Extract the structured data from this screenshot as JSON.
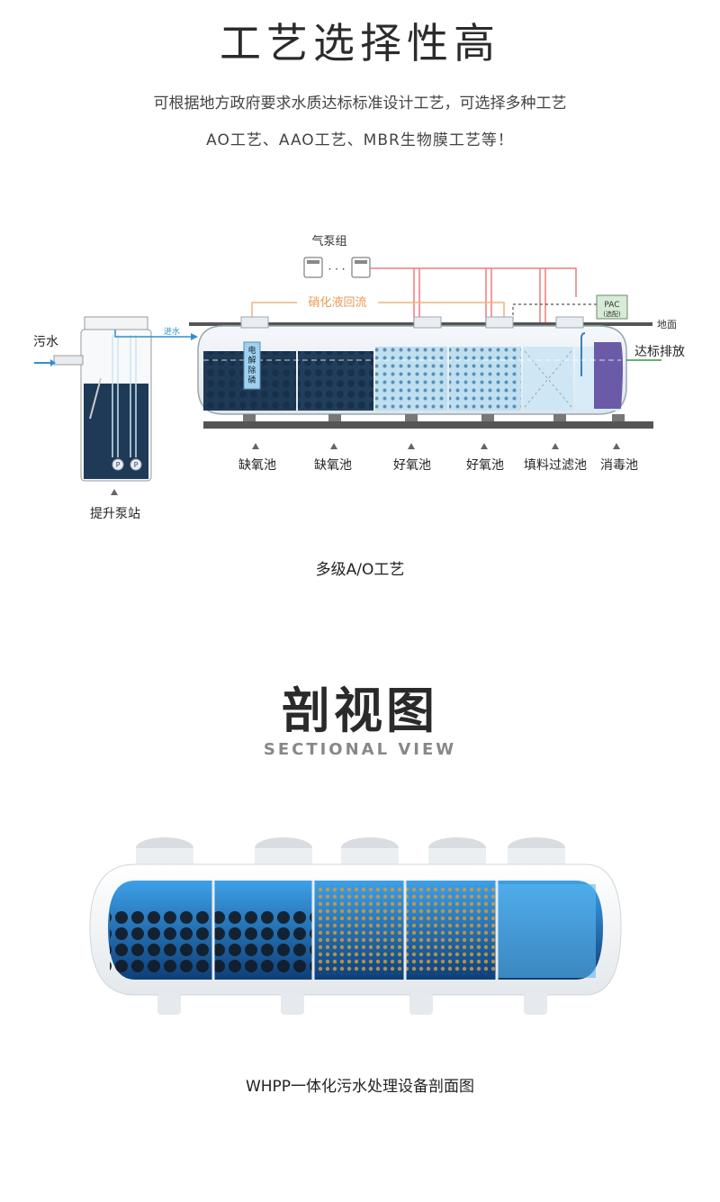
{
  "section1": {
    "title": "工艺选择性高",
    "desc_line1": "可根据地方政府要求水质达标标准设计工艺，可选择多种工艺",
    "desc_line2": "AO工艺、AAO工艺、MBR生物膜工艺等！",
    "caption": "多级A/O工艺"
  },
  "diagram": {
    "air_pump_group": "气泵组",
    "dots": "· · ·",
    "nitrified_reflux": "硝化液回流",
    "sewage_in": "污水",
    "water_in": "进水",
    "electrolytic": [
      "电",
      "解",
      "除",
      "磷"
    ],
    "pac": "PAC",
    "pac_sub": "(选配)",
    "ground": "地面",
    "discharge": "达标排放",
    "lift_station": "提升泵站",
    "pump_mark": "P",
    "tank_labels": [
      "缺氧池",
      "缺氧池",
      "好氧池",
      "好氧池",
      "填料过滤池",
      "消毒池"
    ]
  },
  "section2": {
    "title": "剖视图",
    "subtitle": "SECTIONAL VIEW",
    "caption": "WHPP一体化污水处理设备剖面图"
  },
  "colors": {
    "dark_water": "#1f3a57",
    "light_water": "#cfe7f4",
    "reflux_line": "#f2b27a",
    "air_line": "#f07a7a",
    "inlet_line": "#2f8fd0",
    "disinfect": "#6a5aa8"
  }
}
